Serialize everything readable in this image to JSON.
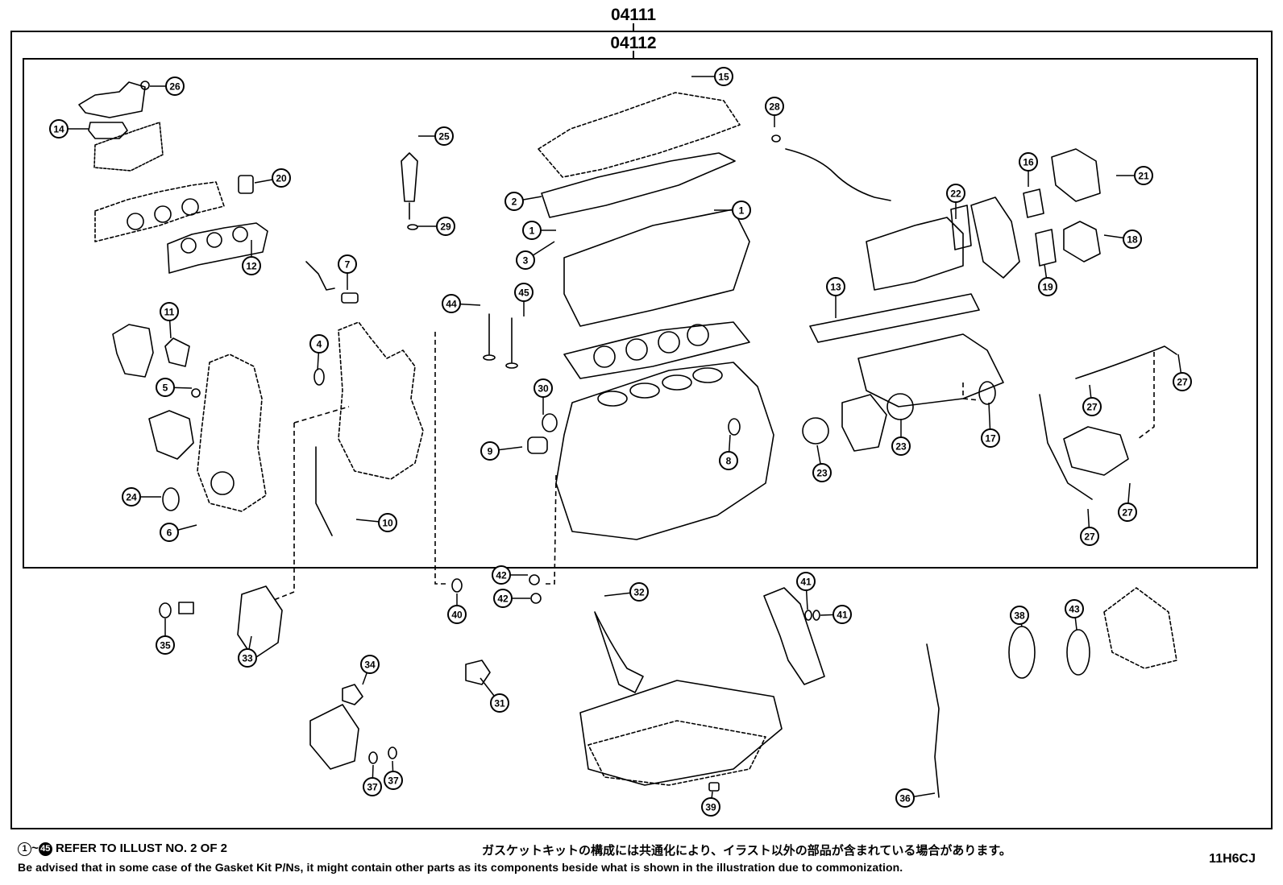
{
  "header": {
    "outer_code": "04111",
    "inner_code": "04112"
  },
  "callouts": [
    {
      "num": "1"
    },
    {
      "num": "1"
    },
    {
      "num": "2"
    },
    {
      "num": "3"
    },
    {
      "num": "4"
    },
    {
      "num": "5"
    },
    {
      "num": "6"
    },
    {
      "num": "7"
    },
    {
      "num": "8"
    },
    {
      "num": "9"
    },
    {
      "num": "10"
    },
    {
      "num": "11"
    },
    {
      "num": "12"
    },
    {
      "num": "13"
    },
    {
      "num": "14"
    },
    {
      "num": "15"
    },
    {
      "num": "16"
    },
    {
      "num": "17"
    },
    {
      "num": "18"
    },
    {
      "num": "19"
    },
    {
      "num": "20"
    },
    {
      "num": "21"
    },
    {
      "num": "22"
    },
    {
      "num": "23"
    },
    {
      "num": "23"
    },
    {
      "num": "24"
    },
    {
      "num": "25"
    },
    {
      "num": "26"
    },
    {
      "num": "27"
    },
    {
      "num": "27"
    },
    {
      "num": "27"
    },
    {
      "num": "27"
    },
    {
      "num": "28"
    },
    {
      "num": "29"
    },
    {
      "num": "30"
    },
    {
      "num": "31"
    },
    {
      "num": "32"
    },
    {
      "num": "33"
    },
    {
      "num": "34"
    },
    {
      "num": "35"
    },
    {
      "num": "36"
    },
    {
      "num": "37"
    },
    {
      "num": "37"
    },
    {
      "num": "38"
    },
    {
      "num": "39"
    },
    {
      "num": "40"
    },
    {
      "num": "41"
    },
    {
      "num": "41"
    },
    {
      "num": "42"
    },
    {
      "num": "42"
    },
    {
      "num": "43"
    },
    {
      "num": "44"
    },
    {
      "num": "45"
    }
  ],
  "footer": {
    "ref_start": "1",
    "ref_end": "45",
    "ref_text": "REFER TO ILLUST NO. 2 OF 2",
    "japanese_note": "ガスケットキットの構成には共通化により、イラスト以外の部品が含まれている場合があります。",
    "english_note": "Be advised that in some case of the Gasket Kit P/Ns,  it might contain other parts as its components beside what is shown in the illustration due to commonization.",
    "illust_code": "11H6CJ"
  },
  "colors": {
    "ink": "#000000",
    "paper": "#ffffff"
  }
}
